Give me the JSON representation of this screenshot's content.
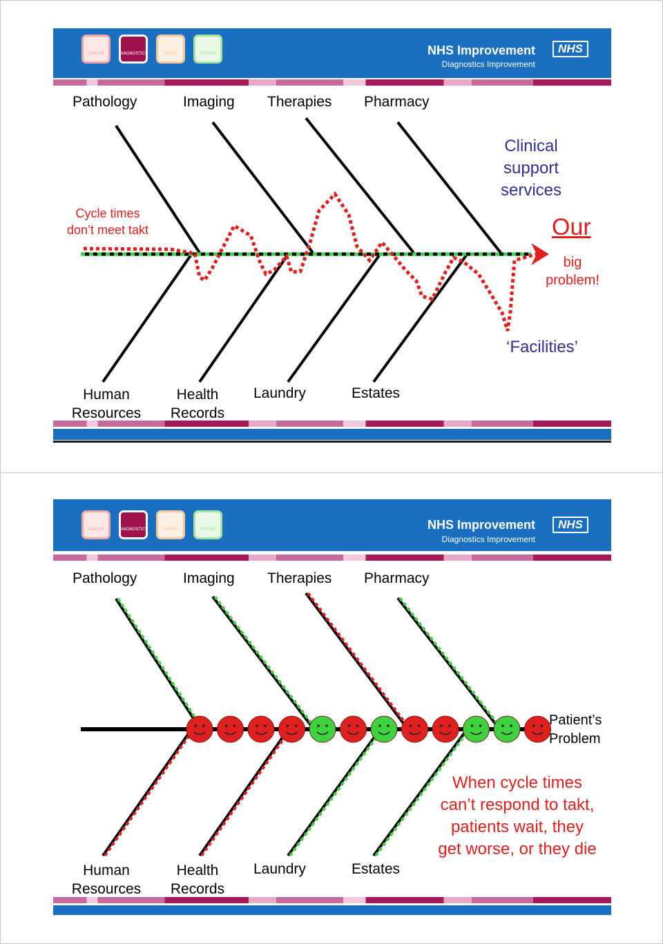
{
  "header": {
    "tabs": [
      "CANCER",
      "DIAGNOSTICS",
      "HEART",
      "STROKE"
    ],
    "brand": "NHS Improvement",
    "brand_sub": "Diagnostics Improvement",
    "logo": "NHS"
  },
  "slide1": {
    "top_labels": [
      "Pathology",
      "Imaging",
      "Therapies",
      "Pharmacy"
    ],
    "bottom_labels": [
      {
        "line1": "Human",
        "line2": "Resources"
      },
      {
        "line1": "Health",
        "line2": "Records"
      },
      {
        "line1": "Laundry",
        "line2": ""
      },
      {
        "line1": "Estates",
        "line2": ""
      }
    ],
    "clinical": [
      "Clinical",
      "support",
      "services"
    ],
    "cycle": [
      "Cycle times",
      "don’t meet takt"
    ],
    "our": "Our",
    "big_problem": [
      "big",
      "problem!"
    ],
    "facilities": "‘Facilities’"
  },
  "slide2": {
    "top_labels": [
      "Pathology",
      "Imaging",
      "Therapies",
      "Pharmacy"
    ],
    "bottom_labels": [
      {
        "line1": "Human",
        "line2": "Resources"
      },
      {
        "line1": "Health",
        "line2": "Records"
      },
      {
        "line1": "Laundry",
        "line2": ""
      },
      {
        "line1": "Estates",
        "line2": ""
      }
    ],
    "patients_problem": [
      "Patient’s",
      "Problem"
    ],
    "message": [
      "When cycle times",
      "can’t respond to takt,",
      "patients wait, they",
      "get worse, or they die"
    ],
    "faces": [
      "red",
      "red",
      "red",
      "red",
      "green",
      "red",
      "green",
      "red",
      "red",
      "green",
      "green",
      "red"
    ],
    "top_bone_colors": [
      "green",
      "green",
      "red",
      "green"
    ],
    "bottom_bone_colors": [
      "red",
      "red",
      "green",
      "green"
    ]
  },
  "colors": {
    "nhs_blue": "#1a6fc0",
    "accent_red": "#e0201e",
    "navy_text": "#2e3192",
    "green": "#3ed33e",
    "tab_cancer": "#f4a3a3",
    "tab_diagnostics": "#a0124e",
    "tab_heart": "#f7c89a",
    "tab_stroke": "#a5e3a0"
  }
}
